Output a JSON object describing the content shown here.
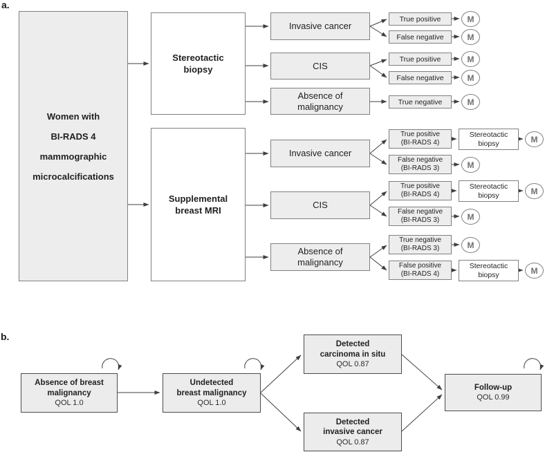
{
  "a": {
    "label": "a.",
    "root_label": "Women with\nBI-RADS 4\nmammographic\nmicrocalcifications",
    "biopsy_label": "Stereotactic\nbiopsy",
    "mri_label": "Supplemental\nbreast MRI",
    "arm1": {
      "invasive": "Invasive cancer",
      "cis": "CIS",
      "absence": "Absence of\nmalignancy",
      "tp": "True positive",
      "fn": "False negative",
      "tn": "True negative"
    },
    "arm2": {
      "invasive": "Invasive cancer",
      "cis": "CIS",
      "absence": "Absence of\nmalignancy",
      "tp4": "True positive\n(BI-RADS 4)",
      "fn3": "False negative\n(BI-RADS 3)",
      "tn3": "True negative\n(BI-RADS 3)",
      "fp4": "False positive\n(BI-RADS 4)",
      "biopsy": "Stereotactic\nbiopsy"
    },
    "m": "M"
  },
  "b": {
    "label": "b.",
    "states": [
      {
        "name": "Absence of breast\nmalignancy",
        "qol": "QOL 1.0"
      },
      {
        "name": "Undetected\nbreast malignancy",
        "qol": "QOL 1.0"
      },
      {
        "name": "Detected\ncarcinoma in situ",
        "qol": "QOL 0.87"
      },
      {
        "name": "Detected\ninvasive cancer",
        "qol": "QOL 0.87"
      },
      {
        "name": "Follow-up",
        "qol": "QOL 0.99"
      }
    ]
  },
  "colors": {
    "box_fill": "#ededed",
    "box_border": "#7f7f7f",
    "panel_b_border": "#4a4a4a",
    "connector": "#3f3f3f",
    "markov_gray": "#6f6f6f"
  }
}
